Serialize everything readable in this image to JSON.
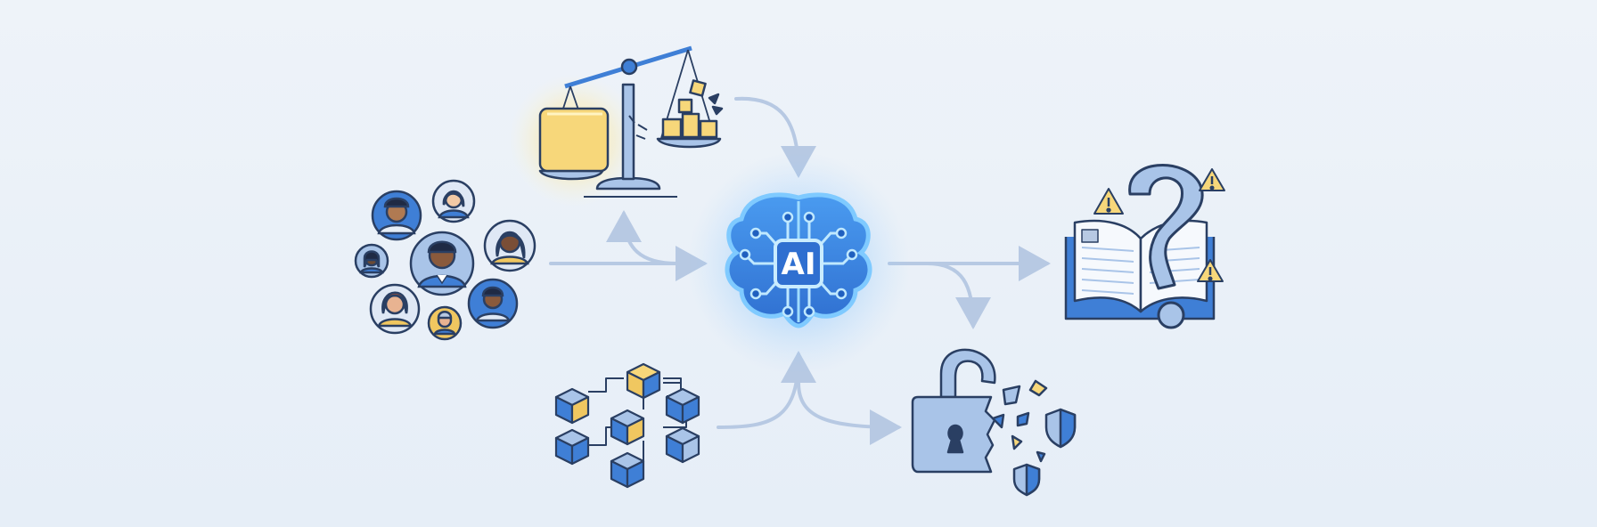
{
  "center": {
    "label": "AI",
    "icon": "brain-circuit-icon"
  },
  "nodes": {
    "inputs": [
      {
        "id": "people",
        "icon": "diverse-people-icon"
      },
      {
        "id": "scale",
        "icon": "unbalanced-scale-icon"
      },
      {
        "id": "blocks",
        "icon": "data-blocks-network-icon"
      }
    ],
    "outputs": [
      {
        "id": "book",
        "icon": "book-question-warning-icon"
      },
      {
        "id": "lock",
        "icon": "broken-lock-icon"
      }
    ]
  },
  "colors": {
    "background": "#ebf1f8",
    "primary_blue": "#3f7fd6",
    "light_blue": "#a9c4e8",
    "outline": "#2a3f63",
    "yellow": "#f7d77a",
    "arrow": "#b7c9e3",
    "glow": "#4aa8ff"
  }
}
